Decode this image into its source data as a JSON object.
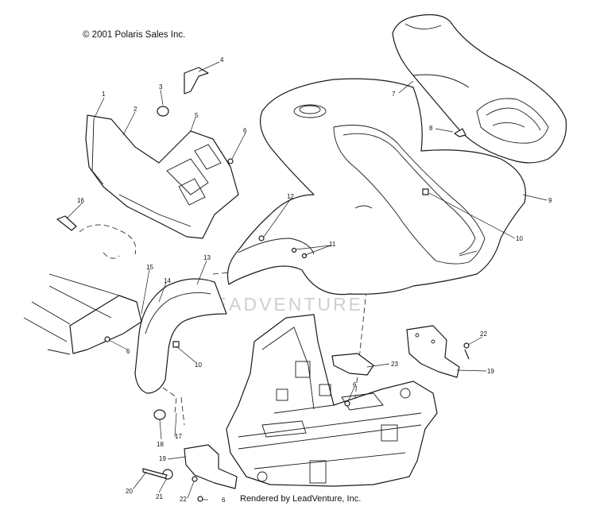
{
  "copyright": "© 2001 Polaris Sales Inc.",
  "footer": "Rendered by LeadVenture, Inc.",
  "watermark": "LEADVENTURE",
  "callouts": [
    "1",
    "2",
    "3",
    "4",
    "5",
    "6",
    "7",
    "8",
    "9",
    "10",
    "16",
    "12",
    "11",
    "15",
    "13",
    "14",
    "6",
    "10",
    "22",
    "23",
    "19",
    "6",
    "18",
    "17",
    "19",
    "20",
    "21",
    "22",
    "6"
  ]
}
